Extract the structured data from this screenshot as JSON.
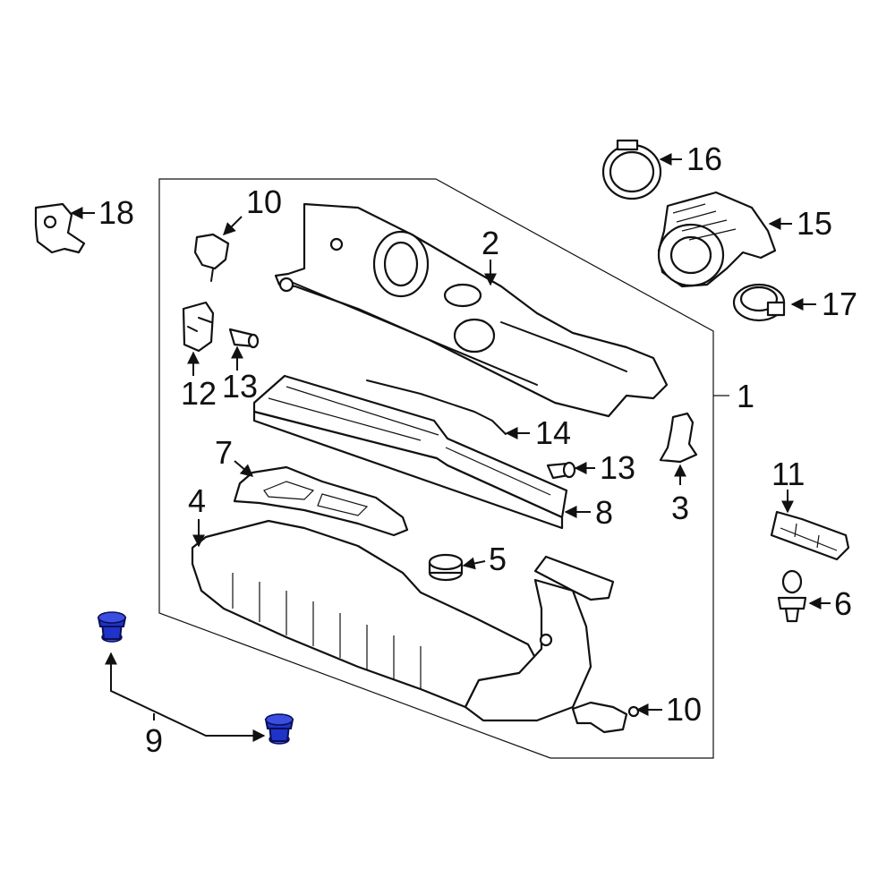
{
  "callouts": {
    "c1": "1",
    "c2": "2",
    "c3": "3",
    "c4": "4",
    "c5": "5",
    "c6": "6",
    "c7": "7",
    "c8": "8",
    "c9": "9",
    "c10a": "10",
    "c10b": "10",
    "c11": "11",
    "c12": "12",
    "c13a": "13",
    "c13b": "13",
    "c14": "14",
    "c15": "15",
    "c16": "16",
    "c17": "17",
    "c18": "18"
  },
  "colors": {
    "highlight": "#1f33c9",
    "line": "#111111",
    "background": "#ffffff"
  }
}
